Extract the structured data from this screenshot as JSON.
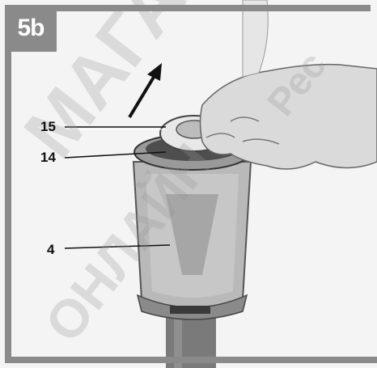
{
  "figure": {
    "step_label": "5b",
    "callouts": [
      {
        "number": "15"
      },
      {
        "number": "14"
      },
      {
        "number": "4"
      }
    ],
    "watermark": [
      "МАГАЗИН",
      "ОНЛАЙН",
      "Рес"
    ]
  },
  "colors": {
    "frame_gray": "#8a8a8a",
    "badge_text": "#ffffff",
    "callout_text": "#111111",
    "watermark": "#969696"
  }
}
